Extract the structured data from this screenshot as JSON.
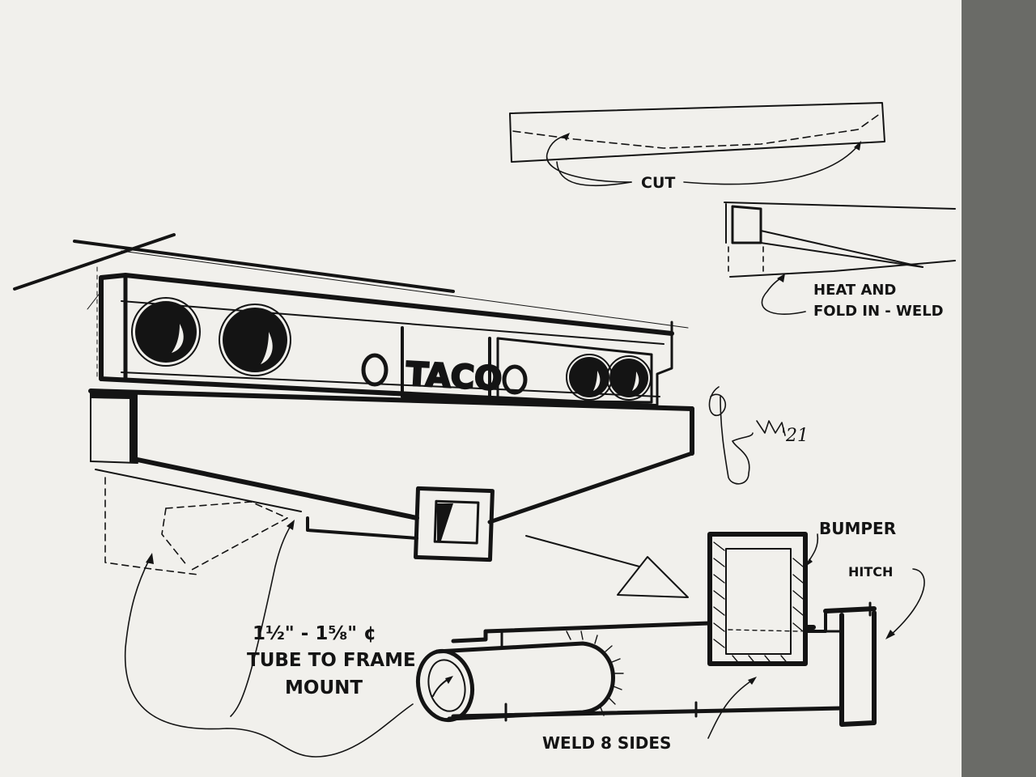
{
  "sketch": {
    "labels": {
      "cut": "CUT",
      "heat_fold_line1": "HEAT AND",
      "heat_fold_line2": "FOLD IN - WELD",
      "taco": "TACO",
      "signature": "'21",
      "bumper": "BUMPER",
      "hitch": "HITCH",
      "tube_line1": "1½\" - 1⅝\" ¢",
      "tube_line2": "TUBE TO FRAME",
      "tube_line3": "MOUNT",
      "weld": "WELD 8 SIDES"
    },
    "colors": {
      "paper": "#f1f0ec",
      "background": "#6f706c",
      "ink": "#141414"
    }
  }
}
